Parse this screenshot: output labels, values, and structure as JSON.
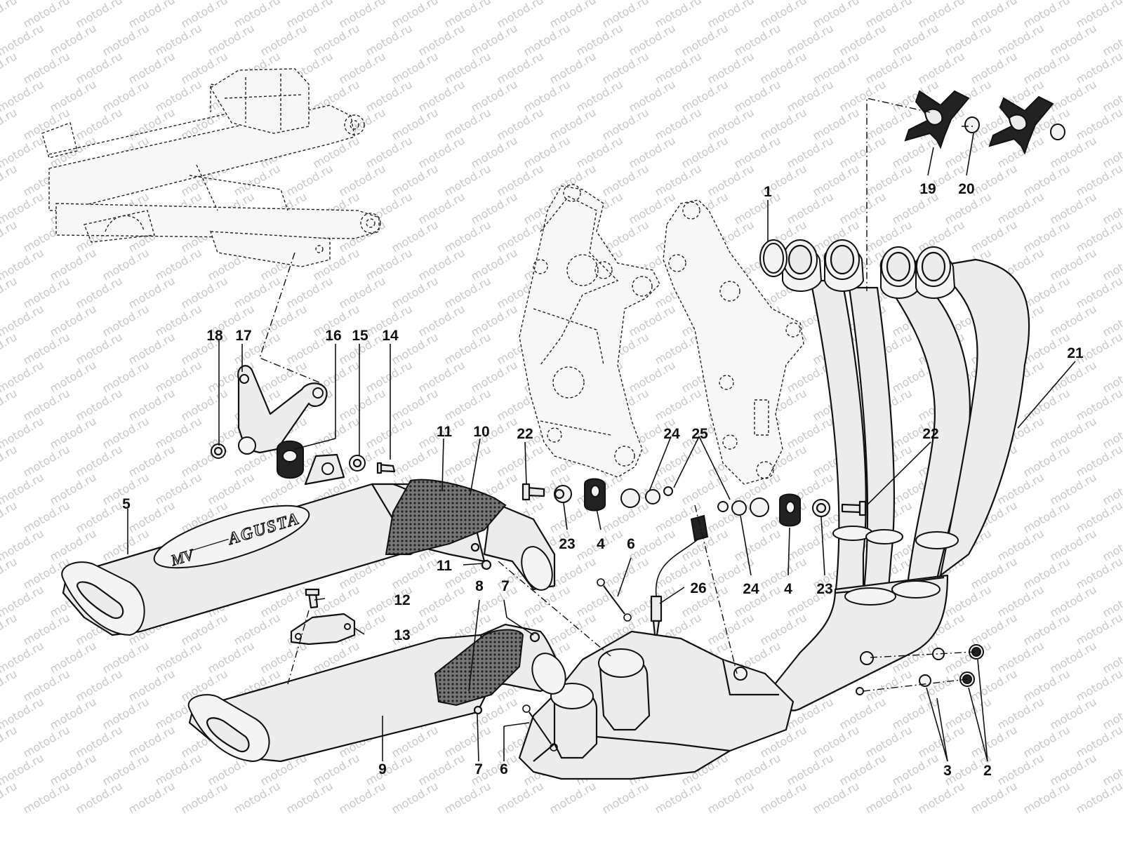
{
  "diagram": {
    "brand_lettering": {
      "prefix": "MV",
      "name": "AGUSTA"
    },
    "watermark": "motod.ru",
    "callouts": [
      {
        "id": "c1",
        "label": "1"
      },
      {
        "id": "c2",
        "label": "2"
      },
      {
        "id": "c3",
        "label": "3"
      },
      {
        "id": "c4a",
        "label": "4"
      },
      {
        "id": "c4b",
        "label": "4"
      },
      {
        "id": "c5",
        "label": "5"
      },
      {
        "id": "c6a",
        "label": "6"
      },
      {
        "id": "c6b",
        "label": "6"
      },
      {
        "id": "c7a",
        "label": "7"
      },
      {
        "id": "c7b",
        "label": "7"
      },
      {
        "id": "c8",
        "label": "8"
      },
      {
        "id": "c9",
        "label": "9"
      },
      {
        "id": "c10",
        "label": "10"
      },
      {
        "id": "c11a",
        "label": "11"
      },
      {
        "id": "c11b",
        "label": "11"
      },
      {
        "id": "c12",
        "label": "12"
      },
      {
        "id": "c13",
        "label": "13"
      },
      {
        "id": "c14",
        "label": "14"
      },
      {
        "id": "c15",
        "label": "15"
      },
      {
        "id": "c16",
        "label": "16"
      },
      {
        "id": "c17",
        "label": "17"
      },
      {
        "id": "c18",
        "label": "18"
      },
      {
        "id": "c19",
        "label": "19"
      },
      {
        "id": "c20",
        "label": "20"
      },
      {
        "id": "c21",
        "label": "21"
      },
      {
        "id": "c22a",
        "label": "22"
      },
      {
        "id": "c22b",
        "label": "22"
      },
      {
        "id": "c23a",
        "label": "23"
      },
      {
        "id": "c23b",
        "label": "23"
      },
      {
        "id": "c24a",
        "label": "24"
      },
      {
        "id": "c24b",
        "label": "24"
      },
      {
        "id": "c25",
        "label": "25"
      },
      {
        "id": "c26",
        "label": "26"
      }
    ]
  }
}
